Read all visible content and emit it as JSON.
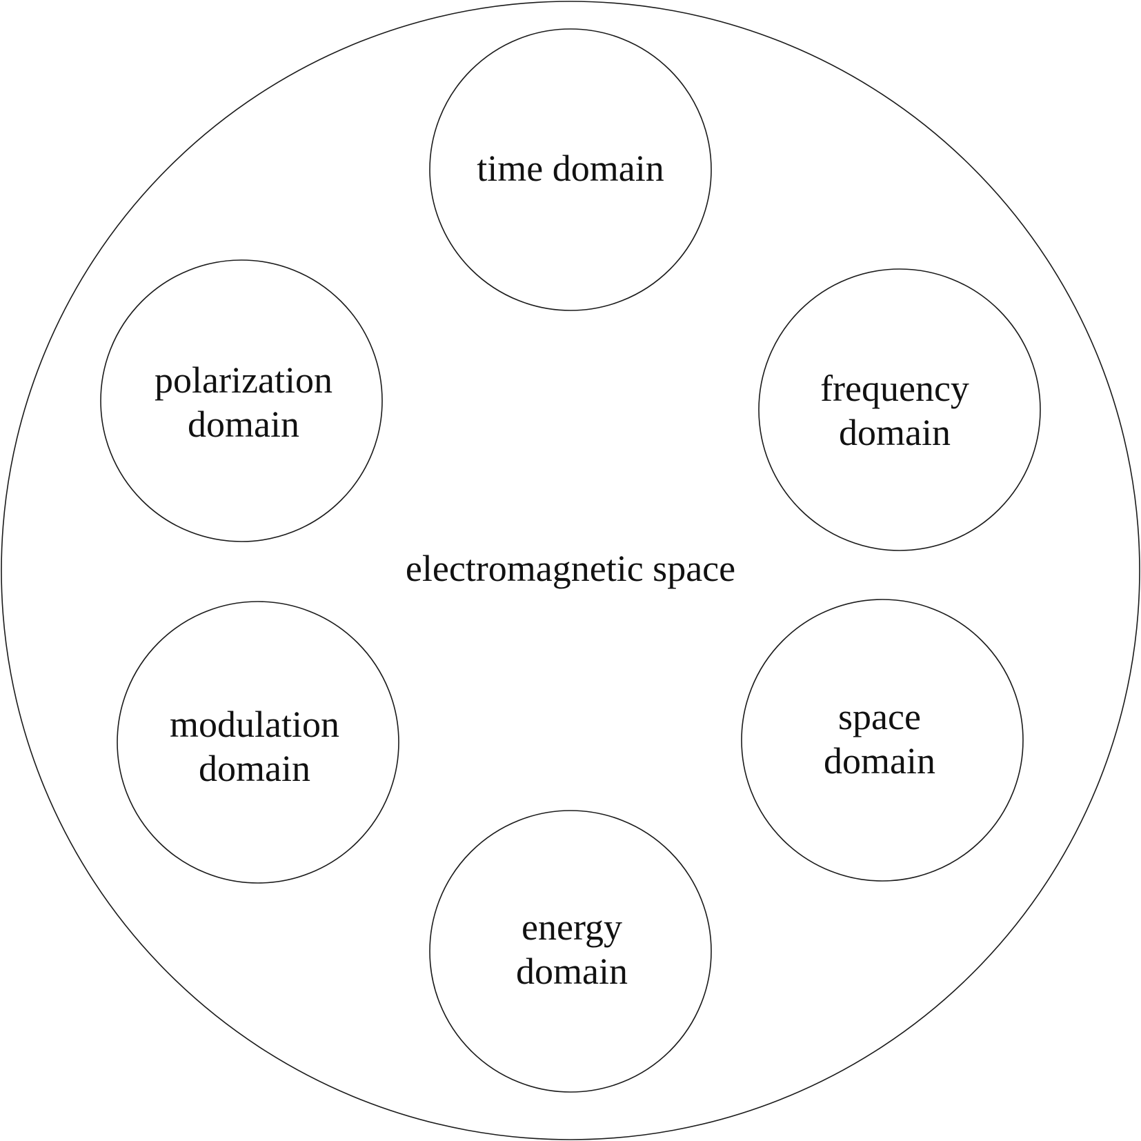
{
  "diagram": {
    "outer_label": "electromagnetic space",
    "domains": [
      {
        "id": "time",
        "lines": [
          "time domain"
        ]
      },
      {
        "id": "frequency",
        "lines": [
          "frequency",
          "domain"
        ]
      },
      {
        "id": "space",
        "lines": [
          "space",
          "domain"
        ]
      },
      {
        "id": "energy",
        "lines": [
          "energy",
          "domain"
        ]
      },
      {
        "id": "modulation",
        "lines": [
          "modulation",
          "domain"
        ]
      },
      {
        "id": "polarization",
        "lines": [
          "polarization",
          "domain"
        ]
      }
    ]
  },
  "colors": {
    "stroke": "#1a1a1a",
    "text": "#111111",
    "background": "#ffffff"
  }
}
